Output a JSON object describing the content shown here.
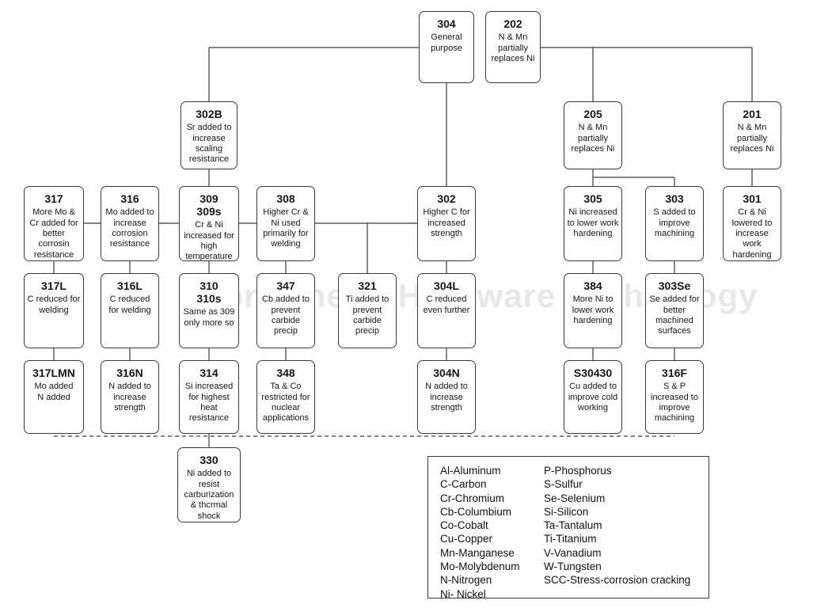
{
  "watermark": "Tongcheng Hardware Technology",
  "nodes": [
    {
      "id": "304",
      "desc": "General purpose"
    },
    {
      "id": "202",
      "desc": "N & Mn partially replaces Ni"
    },
    {
      "id": "302B",
      "desc": "Sr added to increase scaling resistance"
    },
    {
      "id": "205",
      "desc": "N & Mn partially replaces Ni"
    },
    {
      "id": "201",
      "desc": "N & Mn partially replaces Ni"
    },
    {
      "id": "317",
      "desc": "More Mo & Cr added for better corrosin resistance"
    },
    {
      "id": "316",
      "desc": "Mo added to increase corrosion resistance"
    },
    {
      "id": "309\n309s",
      "desc": "Cr & Ni increased for high temperature"
    },
    {
      "id": "308",
      "desc": "Higher Cr & Ni used primarily for welding"
    },
    {
      "id": "302",
      "desc": "Higher C for increased strength"
    },
    {
      "id": "305",
      "desc": "Ni increased to lower work hardening"
    },
    {
      "id": "303",
      "desc": "S added to improve machining"
    },
    {
      "id": "301",
      "desc": "Cr & Ni lowered to increase work hardening"
    },
    {
      "id": "317L",
      "desc": "C reduced for welding"
    },
    {
      "id": "316L",
      "desc": "C reduced for welding"
    },
    {
      "id": "310\n310s",
      "desc": "Same as 309 only more so"
    },
    {
      "id": "347",
      "desc": "Cb added to prevent carbide precip"
    },
    {
      "id": "321",
      "desc": "Ti added to prevent carbide precip"
    },
    {
      "id": "304L",
      "desc": "C reduced even further"
    },
    {
      "id": "384",
      "desc": "More Ni to lower work hardening"
    },
    {
      "id": "303Se",
      "desc": "Se added for better machined surfaces"
    },
    {
      "id": "317LMN",
      "desc": "Mo added\nN added"
    },
    {
      "id": "316N",
      "desc": "N added to increase strength"
    },
    {
      "id": "314",
      "desc": "Si increased for highest heat resistance"
    },
    {
      "id": "348",
      "desc": "Ta & Co restricted for nuclear applications"
    },
    {
      "id": "304N",
      "desc": "N added to increase strength"
    },
    {
      "id": "S30430",
      "desc": "Cu added to improve cold working"
    },
    {
      "id": "316F",
      "desc": "S & P increased to improve machining"
    },
    {
      "id": "330",
      "desc": "Ni added to resist carburization & thcrmal shock"
    }
  ],
  "legend": {
    "left": [
      "Al-Aluminum",
      "C-Carbon",
      "Cr-Chromium",
      "Cb-Columbium",
      "Co-Cobalt",
      "Cu-Copper",
      "Mn-Manganese",
      "Mo-Molybdenum",
      "N-Nitrogen",
      "Ni- Nickel"
    ],
    "right": [
      "P-Phosphorus",
      "S-Sulfur",
      "Se-Selenium",
      "Si-Silicon",
      "Ta-Tantalum",
      "Ti-Titanium",
      "V-Vanadium",
      "W-Tungsten",
      "SCC-Stress-corrosion cracking"
    ]
  }
}
